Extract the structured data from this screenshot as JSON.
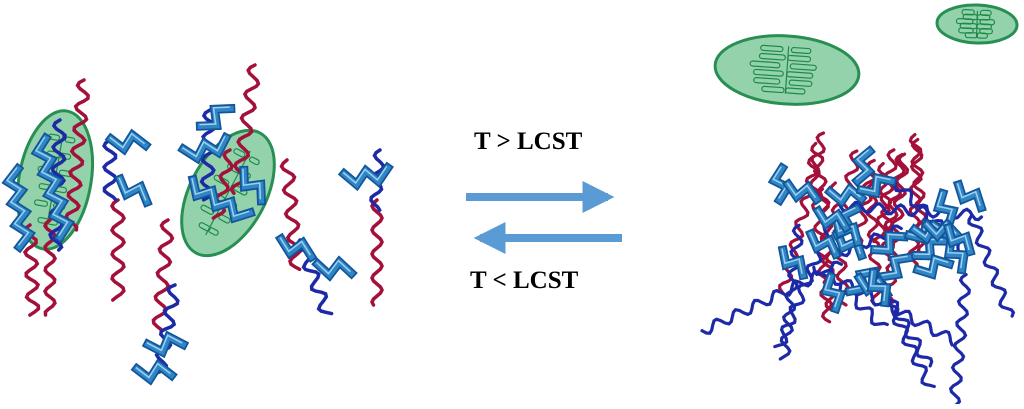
{
  "labels": {
    "above": "T > LCST",
    "below": "T < LCST"
  },
  "colors": {
    "red_strand": "#a3113b",
    "blue_strand": "#1d2aa8",
    "blue_block": "#2f86c4",
    "blue_block_dark": "#13559a",
    "cell_fill": "#8fd0a7",
    "cell_stroke": "#1d8a4a",
    "arrow": "#5b9bd5"
  },
  "icons": [
    "bacterium-cell",
    "polymer-chain",
    "equilibrium-arrows"
  ]
}
